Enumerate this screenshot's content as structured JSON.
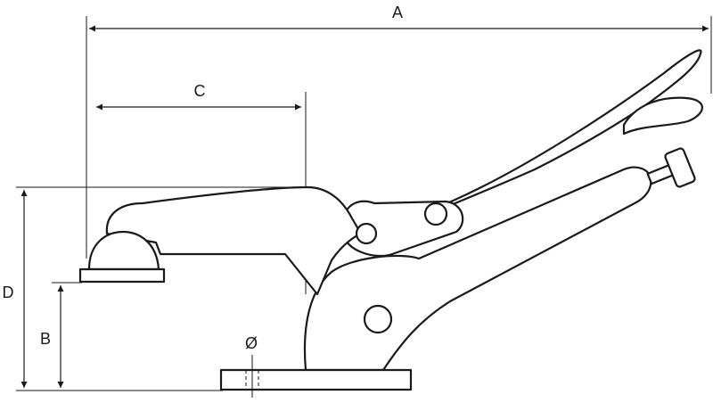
{
  "dimensions": {
    "a": "A",
    "b": "B",
    "c": "C",
    "d": "D",
    "diameter": "Ø"
  }
}
